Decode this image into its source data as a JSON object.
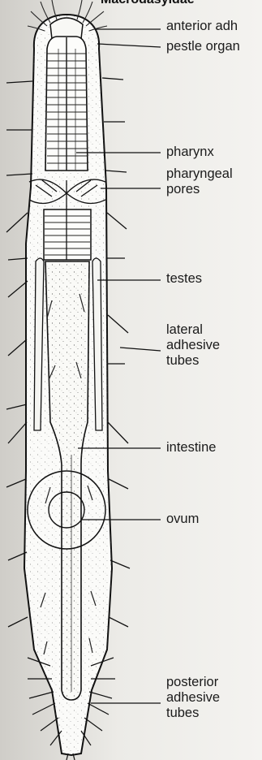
{
  "title": "Macrodasyidae",
  "labels": {
    "anterior_adhesive": "anterior adh",
    "pestle_organ": "pestle organ",
    "pharynx": "pharynx",
    "pharyngeal_pores": "pharyngeal\npores",
    "testes": "testes",
    "lateral_adhesive_tubes": "lateral\nadhesive\ntubes",
    "intestine": "intestine",
    "ovum": "ovum",
    "posterior_adhesive_tubes": "posterior\nadhesive\ntubes"
  }
}
